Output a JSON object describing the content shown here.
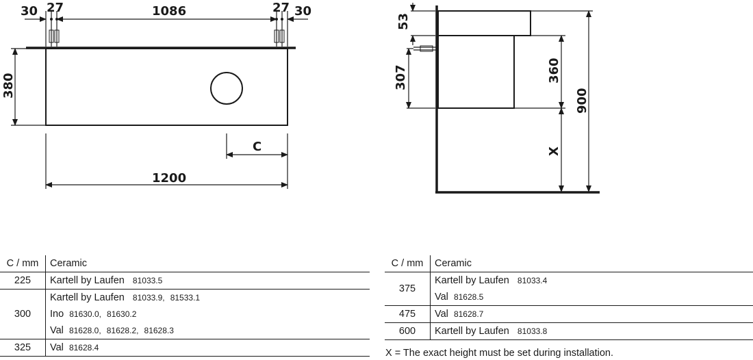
{
  "front_view": {
    "dim_top_30_left": "30",
    "dim_top_27_left": "27",
    "dim_top_1086": "1086",
    "dim_top_27_right": "27",
    "dim_top_30_right": "30",
    "dim_height_380": "380",
    "dim_c": "C",
    "dim_width_1200": "1200"
  },
  "side_view": {
    "dim_53": "53",
    "dim_307": "307",
    "dim_360": "360",
    "dim_x": "X",
    "dim_900": "900"
  },
  "table_left": {
    "header": {
      "c": "C / mm",
      "ceramic": "Ceramic"
    },
    "rows": [
      {
        "c": "225",
        "items": [
          {
            "name": "Kartell by Laufen",
            "refs": [
              "81033.5"
            ]
          }
        ]
      },
      {
        "c": "300",
        "items": [
          {
            "name": "Kartell by Laufen",
            "refs": [
              "81033.9,",
              "81533.1"
            ]
          },
          {
            "name": "Ino",
            "refs": [
              "81630.0,",
              "81630.2"
            ]
          },
          {
            "name": "Val",
            "refs": [
              "81628.0,",
              "81628.2,",
              "81628.3"
            ]
          }
        ]
      },
      {
        "c": "325",
        "items": [
          {
            "name": "Val",
            "refs": [
              "81628.4"
            ]
          }
        ]
      }
    ]
  },
  "table_right": {
    "header": {
      "c": "C / mm",
      "ceramic": "Ceramic"
    },
    "rows": [
      {
        "c": "375",
        "items": [
          {
            "name": "Kartell by Laufen",
            "refs": [
              "81033.4"
            ]
          },
          {
            "name": "Val",
            "refs": [
              "81628.5"
            ]
          }
        ]
      },
      {
        "c": "475",
        "items": [
          {
            "name": "Val",
            "refs": [
              "81628.7"
            ]
          }
        ]
      },
      {
        "c": "600",
        "items": [
          {
            "name": "Kartell by Laufen",
            "refs": [
              "81033.8"
            ]
          }
        ]
      }
    ]
  },
  "note": "X = The exact height must be set during installation."
}
